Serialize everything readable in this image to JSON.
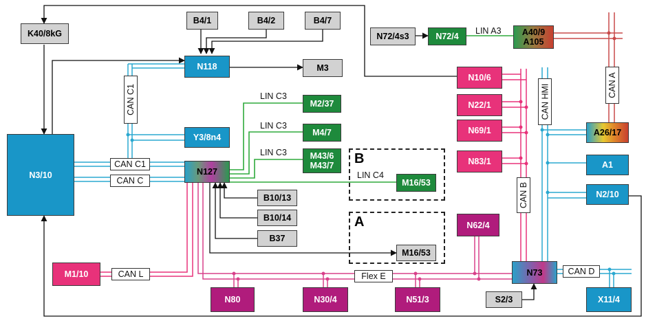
{
  "nodes": {
    "k40": "K40/8kG",
    "b4_1": "B4/1",
    "b4_2": "B4/2",
    "b4_7": "B4/7",
    "n118": "N118",
    "m3": "M3",
    "n72_4s3": "N72/4s3",
    "n72_4": "N72/4",
    "a40_line1": "A40/9",
    "a40_line2": "A105",
    "m2_37": "M2/37",
    "m4_7": "M4/7",
    "m43_line1": "M43/6",
    "m43_line2": "M43/7",
    "y3": "Y3/8n4",
    "n3_10": "N3/10",
    "n127": "N127",
    "m16_53_b": "M16/53",
    "b10_13": "B10/13",
    "b10_14": "B10/14",
    "b37": "B37",
    "m16_53_a": "M16/53",
    "n10_6": "N10/6",
    "n22_1": "N22/1",
    "n69_1": "N69/1",
    "n83_1": "N83/1",
    "n62_4": "N62/4",
    "a26_17": "A26/17",
    "a1": "A1",
    "n2_10": "N2/10",
    "m1_10": "M1/10",
    "n80": "N80",
    "n30_4": "N30/4",
    "n51_3": "N51/3",
    "n73": "N73",
    "s2_3": "S2/3",
    "x11_4": "X11/4"
  },
  "buses": {
    "can_c1_vertical": "CAN C1",
    "can_c1": "CAN C1",
    "can_c": "CAN C",
    "lin_c3_a": "LIN C3",
    "lin_c3_b": "LIN C3",
    "lin_c3_c": "LIN C3",
    "lin_c4": "LIN C4",
    "lin_a3": "LIN A3",
    "can_l": "CAN L",
    "flex_e": "Flex E",
    "can_b": "CAN B",
    "can_hmi": "CAN HMI",
    "can_a": "CAN A",
    "can_d": "CAN D"
  },
  "regions": {
    "b": "B",
    "a": "A"
  },
  "colors": {
    "can_blue": "#2aa8d0",
    "lin_green": "#2eaa3c",
    "can_pink": "#e8327a",
    "can_red": "#c84a4a",
    "flex_pink": "#d8408a",
    "wire_black": "#111111"
  }
}
